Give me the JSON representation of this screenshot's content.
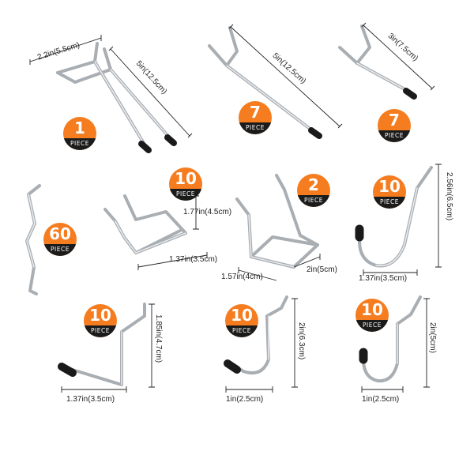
{
  "badges": [
    {
      "count": "1",
      "label": "PIECE"
    },
    {
      "count": "7",
      "label": "PIECE"
    },
    {
      "count": "7",
      "label": "PIECE"
    },
    {
      "count": "10",
      "label": "PIECE"
    },
    {
      "count": "2",
      "label": "PIECE"
    },
    {
      "count": "10",
      "label": "PIECE"
    },
    {
      "count": "60",
      "label": "PIECE"
    },
    {
      "count": "10",
      "label": "PIECE"
    },
    {
      "count": "10",
      "label": "PIECE"
    },
    {
      "count": "10",
      "label": "PIECE"
    }
  ],
  "dimensions": {
    "hook1_width": "2.2in(5.5cm)",
    "hook1_length": "5in(12.5cm)",
    "hook2_length": "5in(12.5cm)",
    "hook3_length": "3in(7.5cm)",
    "hook4_height": "1.77in(4.5cm)",
    "hook4_width": "1.37in(3.5cm)",
    "hook5_depth": "1.57in(4cm)",
    "hook5_width": "2in(5cm)",
    "hook6_height": "2.56in(6.5cm)",
    "hook6_width": "1.37in(3.5cm)",
    "hook7_height": "1.85in(4.7cm)",
    "hook7_width": "1.37in(3.5cm)",
    "hook8_height": "2in(6.3cm)",
    "hook8_width": "1in(2.5cm)",
    "hook9_height": "2in(5cm)",
    "hook9_width": "1in(2.5cm)"
  },
  "colors": {
    "badge_orange": "#f57c1f",
    "badge_black": "#1b1b1b",
    "wire": "#a9aeb3",
    "tip": "#1a1a1a"
  }
}
